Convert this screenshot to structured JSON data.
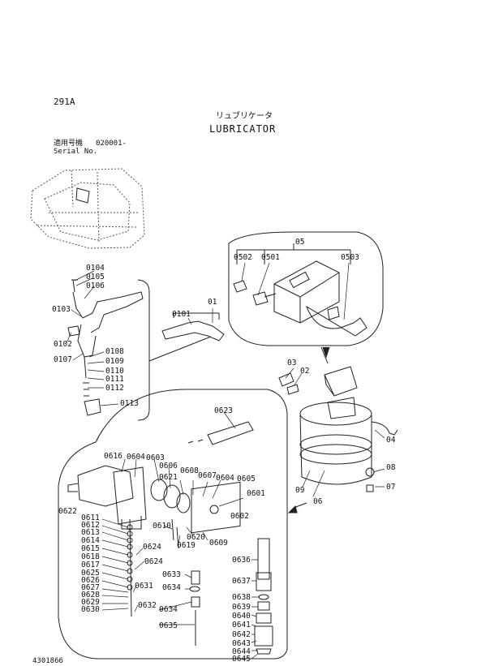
{
  "header": {
    "page_code": "291A",
    "title_jp": "リュブリケータ",
    "title_en": "LUBRICATOR",
    "applicable_jp": "適用号機",
    "serial_label": "Serial No.",
    "serial_value": "020001-"
  },
  "footer": {
    "drawing_no": "4301866"
  },
  "labels": {
    "assy_05": "05",
    "p0502": "0502",
    "p0501": "0501",
    "p0503": "0503",
    "assy_01": "01",
    "p0101": "0101",
    "p0104": "0104",
    "p0105": "0105",
    "p0106": "0106",
    "p0103": "0103",
    "p0102": "0102",
    "p0107": "0107",
    "p0108": "0108",
    "p0109": "0109",
    "p0110": "0110",
    "p0111": "0111",
    "p0112": "0112",
    "p0113": "0113",
    "p03": "03",
    "p02": "02",
    "p04": "04",
    "p08": "08",
    "p07": "07",
    "p09": "09",
    "p06": "06",
    "p0623": "0623",
    "p0616": "0616",
    "p0604a": "0604",
    "p0603": "0603",
    "p0606": "0606",
    "p0621": "0621",
    "p0608": "0608",
    "p0607": "0607",
    "p0604b": "0604",
    "p0605": "0605",
    "p0601": "0601",
    "p0602": "0602",
    "p0622": "0622",
    "p0611": "0611",
    "p0612": "0612",
    "p0613": "0613",
    "p0614": "0614",
    "p0615": "0615",
    "p0618": "0618",
    "p0617": "0617",
    "p0625": "0625",
    "p0626": "0626",
    "p0627": "0627",
    "p0628": "0628",
    "p0629": "0629",
    "p0630": "0630",
    "p0624a": "0624",
    "p0624b": "0624",
    "p0610": "0610",
    "p0619": "0619",
    "p0620": "0620",
    "p0609": "0609",
    "p0633": "0633",
    "p0634a": "0634",
    "p0631": "0631",
    "p0632": "0632",
    "p0634b": "0634",
    "p0635": "0635",
    "p0636": "0636",
    "p0637": "0637",
    "p0638": "0638",
    "p0639": "0639",
    "p0640": "0640",
    "p0641": "0641",
    "p0642": "0642",
    "p0643": "0643",
    "p0644": "0644",
    "p0645": "0645"
  }
}
